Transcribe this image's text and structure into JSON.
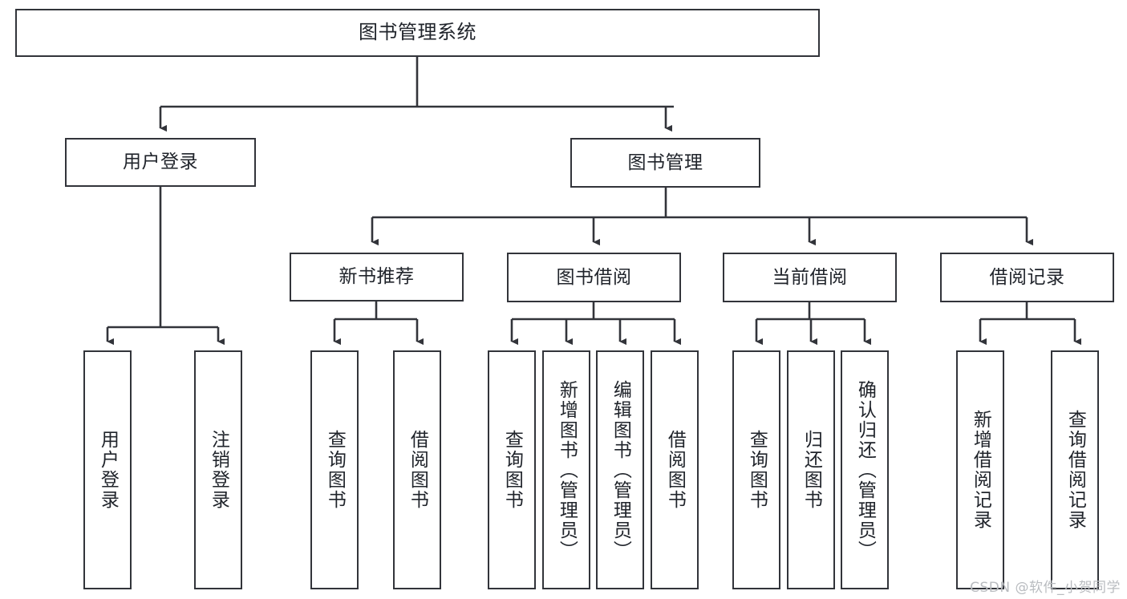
{
  "diagram": {
    "title": "图书管理系统",
    "type": "tree-hierarchy",
    "line_color": "#32343a",
    "box_fill": "#ffffff",
    "text_color": "#20242b"
  },
  "nodes": {
    "root": {
      "label": "图书管理系统"
    },
    "level2": [
      {
        "label": "用户登录"
      },
      {
        "label": "图书管理"
      }
    ],
    "level3": [
      {
        "label": "新书推荐"
      },
      {
        "label": "图书借阅"
      },
      {
        "label": "当前借阅"
      },
      {
        "label": "借阅记录"
      }
    ],
    "leaves_user_login": [
      {
        "label": "用户登录"
      },
      {
        "label": "注销登录"
      }
    ],
    "leaves_new_book": [
      {
        "label": "查询图书"
      },
      {
        "label": "借阅图书"
      }
    ],
    "leaves_borrow": [
      {
        "label": "查询图书"
      },
      {
        "label": "新增图书（管理员）"
      },
      {
        "label": "编辑图书（管理员）"
      },
      {
        "label": "借阅图书"
      }
    ],
    "leaves_current": [
      {
        "label": "查询图书"
      },
      {
        "label": "归还图书"
      },
      {
        "label": "确认归还（管理员）"
      }
    ],
    "leaves_record": [
      {
        "label": "新增借阅记录"
      },
      {
        "label": "查询借阅记录"
      }
    ]
  },
  "watermark": {
    "text": "CSDN @软件_小贺同学"
  }
}
